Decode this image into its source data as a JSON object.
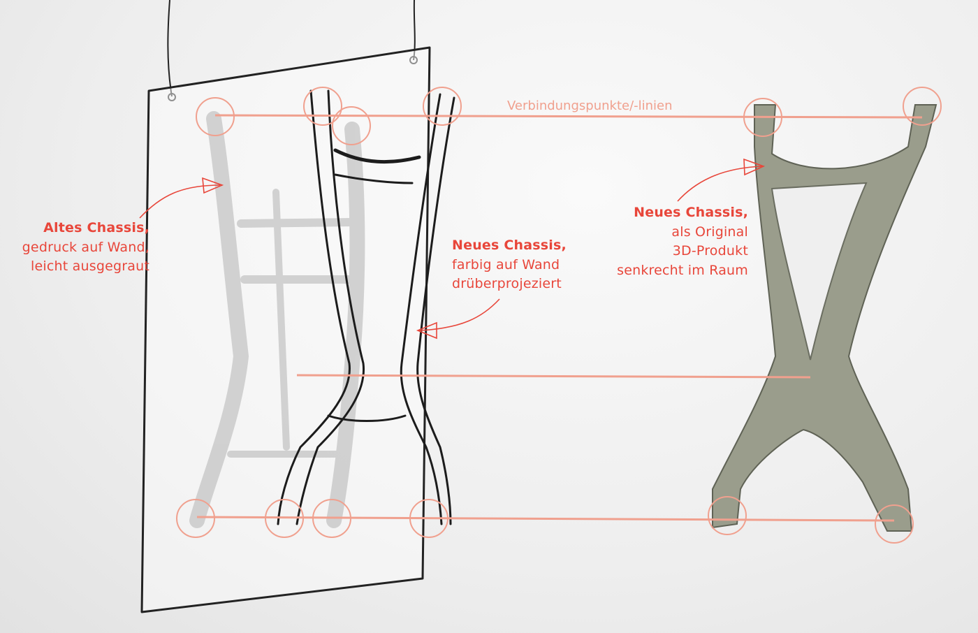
{
  "connection_label": "Verbindungspunkte/-linien",
  "old_chassis": {
    "title": "Altes Chassis,",
    "line1": "gedruck auf Wand,",
    "line2": "leicht ausgegraut"
  },
  "new_chassis_projected": {
    "title": "Neues Chassis,",
    "line1": "farbig auf Wand",
    "line2": "drüberprojeziert"
  },
  "new_chassis_3d": {
    "title": "Neues Chassis,",
    "line1": "als Original",
    "line2": "3D-Produkt",
    "line3": "senkrecht im Raum"
  },
  "colors": {
    "accent": "#e8463a",
    "connection": "#f0a08e",
    "sketch": "#222222",
    "old": "#cfcfcf",
    "product": "#9a9d8c"
  }
}
